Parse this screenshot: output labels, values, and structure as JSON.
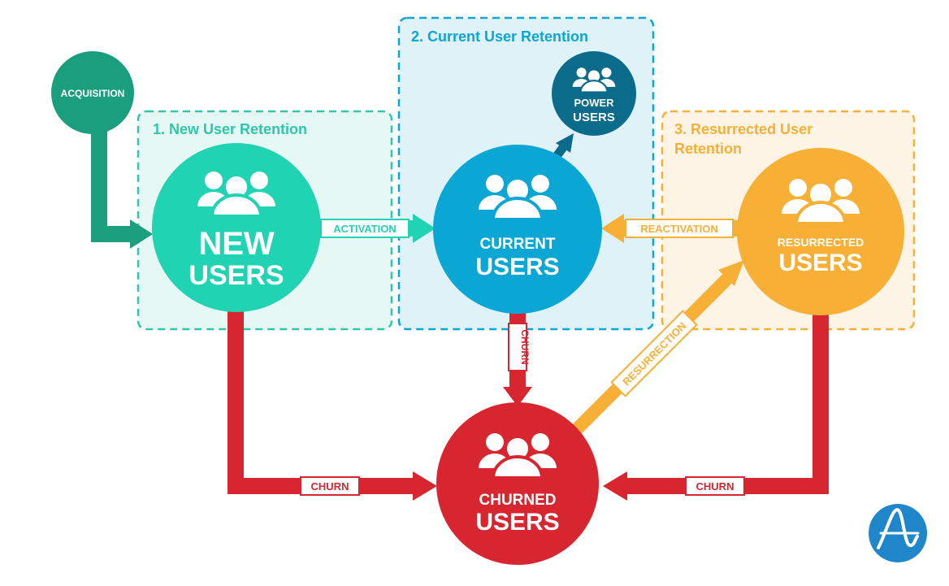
{
  "regions": {
    "new_retention": {
      "title": "1. New User Retention"
    },
    "current_retention": {
      "title": "2. Current User Retention"
    },
    "resurrected_retention": {
      "title_line1": "3. Resurrected User",
      "title_line2": "Retention"
    }
  },
  "nodes": {
    "acquisition": {
      "label": "ACQUISITION"
    },
    "new_users": {
      "line1": "NEW",
      "line2": "USERS"
    },
    "current_users": {
      "line1": "CURRENT",
      "line2": "USERS"
    },
    "power_users": {
      "line1": "POWER",
      "line2": "USERS"
    },
    "resurrected_users": {
      "line1": "RESURRECTED",
      "line2": "USERS"
    },
    "churned_users": {
      "line1": "CHURNED",
      "line2": "USERS"
    }
  },
  "flows": {
    "activation": "ACTIVATION",
    "reactivation": "REACTIVATION",
    "churn_current": "CHURN",
    "churn_new": "CHURN",
    "churn_resurrected": "CHURN",
    "resurrection": "RESURRECTION"
  },
  "logo": {
    "icon": "amplitude-logo-icon"
  },
  "colors": {
    "acquisition": "#1a9e7e",
    "new": "#1fd3b3",
    "current": "#0aa6d4",
    "power": "#0b6b8a",
    "resurrected": "#f7b035",
    "churn": "#d7262f",
    "logo": "#1f86c9"
  }
}
